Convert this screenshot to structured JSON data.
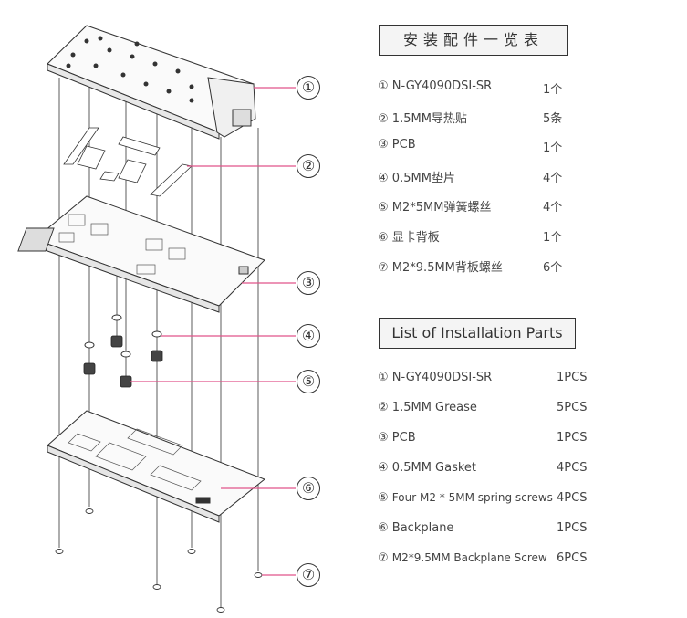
{
  "diagram": {
    "callouts": [
      "①",
      "②",
      "③",
      "④",
      "⑤",
      "⑥",
      "⑦"
    ]
  },
  "cn_list": {
    "title": "安装配件一览表",
    "items": [
      {
        "num": "①",
        "name": "N-GY4090DSI-SR",
        "qty": "1个"
      },
      {
        "num": "②",
        "name": "1.5MM导热贴",
        "qty": "5条"
      },
      {
        "num": "③",
        "name": "PCB",
        "qty": "1个"
      },
      {
        "num": "④",
        "name": "0.5MM垫片",
        "qty": "4个"
      },
      {
        "num": "⑤",
        "name": "M2*5MM弹簧螺丝",
        "qty": "4个"
      },
      {
        "num": "⑥",
        "name": "显卡背板",
        "qty": "1个"
      },
      {
        "num": "⑦",
        "name": "M2*9.5MM背板螺丝",
        "qty": "6个"
      }
    ]
  },
  "en_list": {
    "title": "List of Installation Parts",
    "items": [
      {
        "num": "①",
        "name": "N-GY4090DSI-SR",
        "qty": "1PCS"
      },
      {
        "num": "②",
        "name": "1.5MM Grease",
        "qty": "5PCS"
      },
      {
        "num": "③",
        "name": "PCB",
        "qty": "1PCS"
      },
      {
        "num": "④",
        "name": "0.5MM Gasket",
        "qty": "4PCS"
      },
      {
        "num": "⑤",
        "name": "Four M2 * 5MM spring screws",
        "qty": "4PCS"
      },
      {
        "num": "⑥",
        "name": "Backplane",
        "qty": "1PCS"
      },
      {
        "num": "⑦",
        "name": "M2*9.5MM Backplane Screw",
        "qty": "6PCS"
      }
    ]
  }
}
